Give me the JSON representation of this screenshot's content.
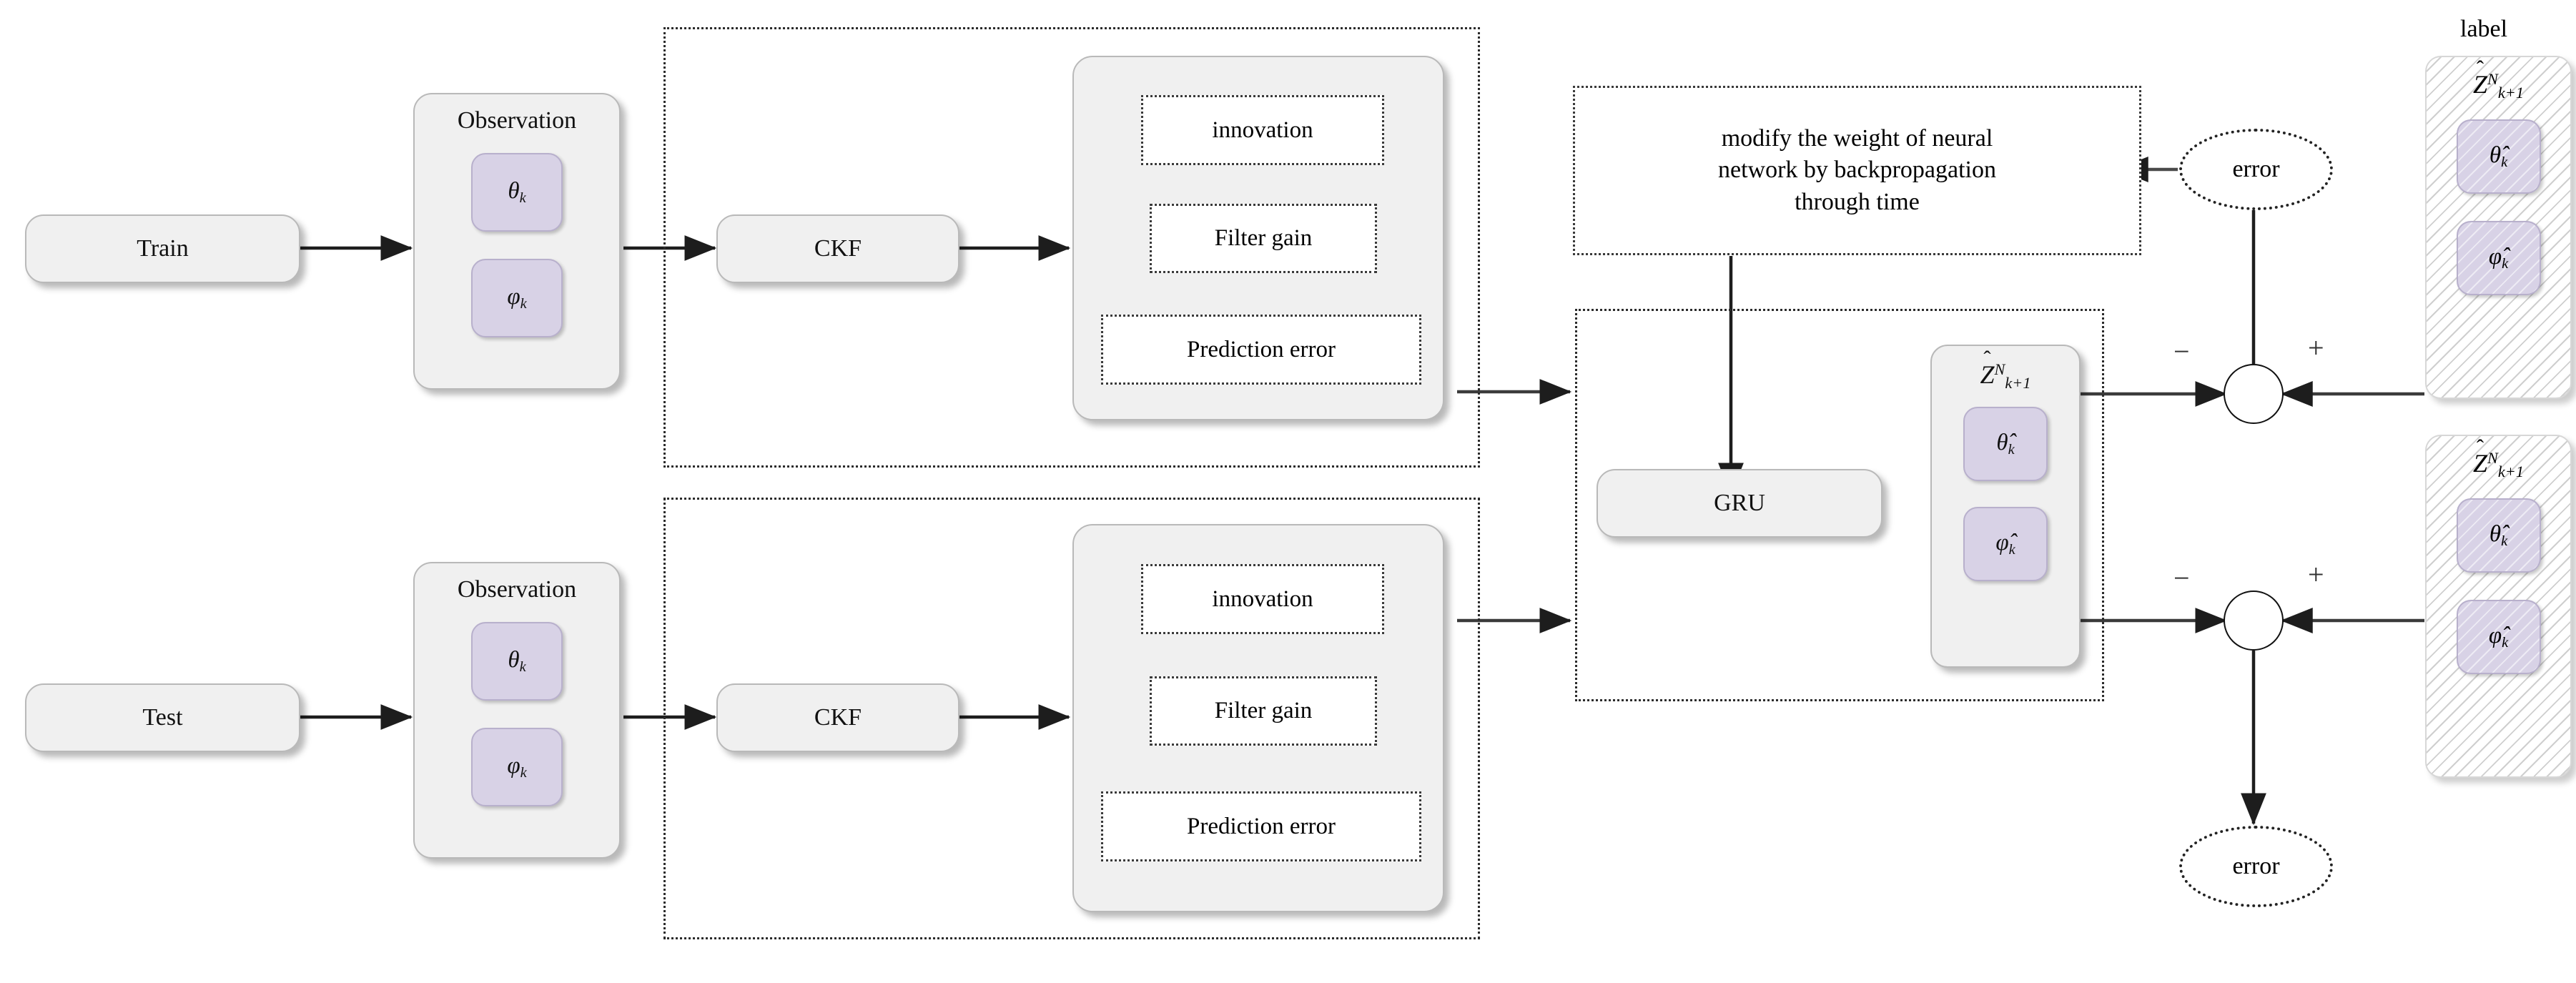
{
  "diagram": {
    "title": "CKF-GRU training and testing flow diagram",
    "rows": {
      "train": {
        "source_label": "Train",
        "observation": {
          "title": "Observation",
          "states": [
            "θ",
            "φ"
          ],
          "subscript": "k"
        },
        "filter_label": "CKF",
        "filter_outputs": [
          "innovation",
          "Filter gain",
          "Prediction error"
        ]
      },
      "test": {
        "source_label": "Test",
        "observation": {
          "title": "Observation",
          "states": [
            "θ",
            "φ"
          ],
          "subscript": "k"
        },
        "filter_label": "CKF",
        "filter_outputs": [
          "innovation",
          "Filter gain",
          "Prediction error"
        ]
      }
    },
    "network": {
      "backprop_note": "modify the weight of neural network by backpropagation through time",
      "backprop_note_lines": [
        "modify the weight of neural",
        "network by backpropagation",
        "through time"
      ],
      "cell_label": "GRU",
      "output_block": {
        "symbol": "Z",
        "hat": "ˆ",
        "superscript": "N",
        "subscript": "k+1",
        "states": [
          "θ̂",
          "φ̂"
        ],
        "state_subscript": "k"
      }
    },
    "error_nodes": {
      "top_label": "error",
      "bottom_label": "error",
      "minus_sign": "−",
      "plus_sign": "+"
    },
    "label_column": {
      "heading": "label",
      "blocks": [
        {
          "symbol": "Z",
          "superscript": "N",
          "subscript": "k+1",
          "states": [
            "θ̂",
            "φ̂"
          ],
          "state_subscript": "k"
        },
        {
          "symbol": "Z",
          "superscript": "N",
          "subscript": "k+1",
          "states": [
            "θ̂",
            "φ̂"
          ],
          "state_subscript": "k"
        }
      ]
    },
    "colors": {
      "box_fill": "#f0f0f0",
      "box_border": "#b9b9b9",
      "state_fill": "#d8d2e6",
      "state_border": "#b8b0cc",
      "wire": "#3b3b3b",
      "dotted": "#2b2b2b",
      "hatch": "#cfcfcf"
    }
  }
}
